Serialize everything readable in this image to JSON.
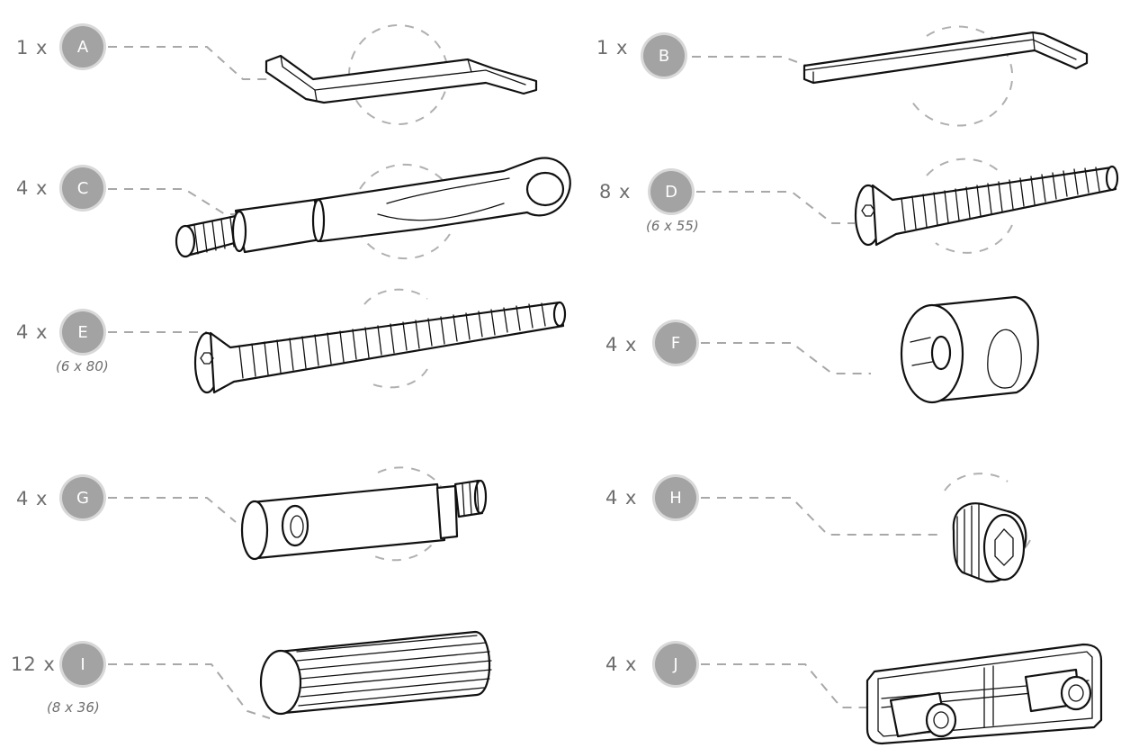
{
  "diagram": {
    "parts": [
      {
        "id": "A",
        "quantity": "1 x",
        "size": "",
        "kind": "allen-key-short"
      },
      {
        "id": "B",
        "quantity": "1 x",
        "size": "",
        "kind": "allen-key-long"
      },
      {
        "id": "C",
        "quantity": "4 x",
        "size": "",
        "kind": "connector-bolt"
      },
      {
        "id": "D",
        "quantity": "8 x",
        "size": "(6 x 55)",
        "kind": "screw"
      },
      {
        "id": "E",
        "quantity": "4 x",
        "size": "(6 x 80)",
        "kind": "screw"
      },
      {
        "id": "F",
        "quantity": "4 x",
        "size": "",
        "kind": "barrel-nut"
      },
      {
        "id": "G",
        "quantity": "4 x",
        "size": "",
        "kind": "cross-dowel"
      },
      {
        "id": "H",
        "quantity": "4 x",
        "size": "",
        "kind": "grub-screw"
      },
      {
        "id": "I",
        "quantity": "12 x",
        "size": "(8 x 36)",
        "kind": "wooden-dowel"
      },
      {
        "id": "J",
        "quantity": "4 x",
        "size": "",
        "kind": "end-cap"
      }
    ],
    "colors": {
      "badge": "#a3a3a3",
      "badge_ring": "#d8d8d8",
      "text": "#6e6e6e",
      "line": "#111111",
      "dash": "#a8a8a8"
    }
  }
}
